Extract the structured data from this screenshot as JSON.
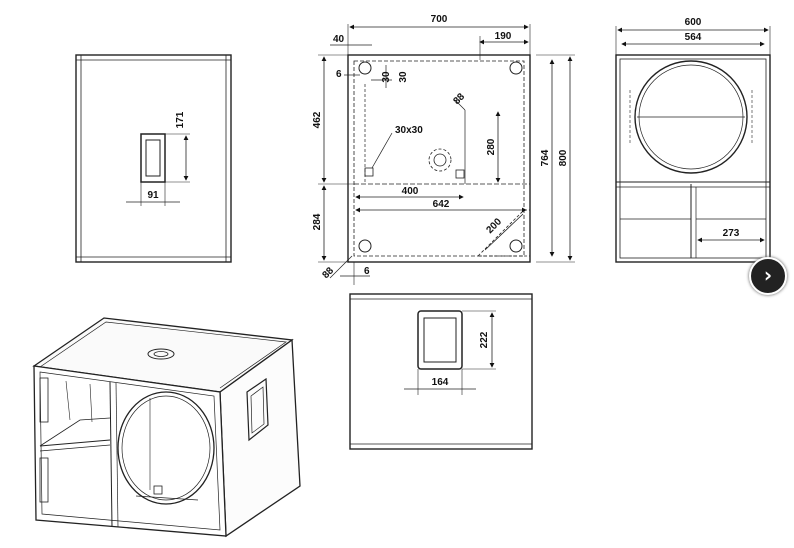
{
  "drawing": {
    "title": "",
    "back_view": {
      "dims": {
        "port_height": "171",
        "port_width": "91"
      }
    },
    "top_view": {
      "dims": {
        "overall_width": "700",
        "offset_left": "40",
        "offset_right": "190",
        "inner_6": "6",
        "inner_30a": "30",
        "inner_30b": "30",
        "upper_height": "462",
        "lower_height": "284",
        "mount_square": "30x30",
        "angle_88_top": "88",
        "angle_88_bottom": "88",
        "inner_280": "280",
        "width_400": "400",
        "width_642": "642",
        "diag_200": "200",
        "depth_764": "764",
        "depth_800": "800",
        "bottom_6": "6"
      }
    },
    "front_view": {
      "dims": {
        "outer_width": "600",
        "inner_width": "564",
        "port_width": "273"
      }
    },
    "side_view": {
      "dims": {
        "handle_height": "222",
        "handle_width": "164"
      }
    }
  },
  "nav": {
    "next_icon": "chevron-right-icon",
    "next_symbol": "›"
  },
  "watermark": {
    "text": "",
    "color": "#e6e6e6"
  }
}
